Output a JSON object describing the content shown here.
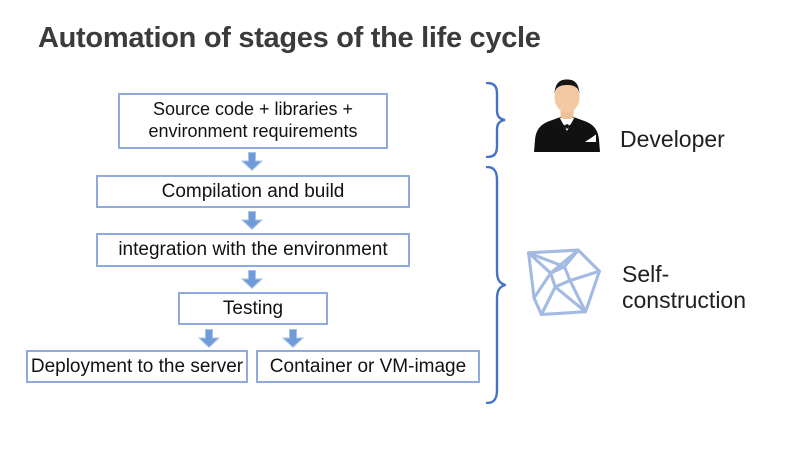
{
  "slide": {
    "title": "Automation of stages of the life cycle"
  },
  "flowchart": {
    "stages": [
      {
        "id": "source",
        "label": "Source code + libraries + environment requirements"
      },
      {
        "id": "compile",
        "label": "Compilation and build"
      },
      {
        "id": "integration",
        "label": "integration with the environment"
      },
      {
        "id": "testing",
        "label": "Testing"
      },
      {
        "id": "deploy",
        "label": "Deployment to the server"
      },
      {
        "id": "container",
        "label": "Container or VM-image"
      }
    ],
    "connectors": "down-block-arrows"
  },
  "annotations": {
    "developer": {
      "label": "Developer",
      "icon": "developer-person-icon",
      "grouped_stages": [
        "source"
      ]
    },
    "self_construction": {
      "label": "Self-construction",
      "icon": "polyhedron-wireframe-icon",
      "grouped_stages": [
        "compile",
        "integration",
        "testing",
        "deploy",
        "container"
      ]
    }
  },
  "colors": {
    "background": "#ffffff",
    "title_text": "#3b3b3b",
    "box_border": "#8faadc",
    "box_fill": "#ffffff",
    "box_text": "#121212",
    "arrow_fill": "#6f9bd9",
    "arrow_outline": "#a9c4e8",
    "brace_stroke": "#4472c4",
    "polyhedron_stroke": "#a3bbe3",
    "label_text": "#1f1f1f",
    "icon_suit": "#111111",
    "icon_skin": "#f2c9a1"
  }
}
